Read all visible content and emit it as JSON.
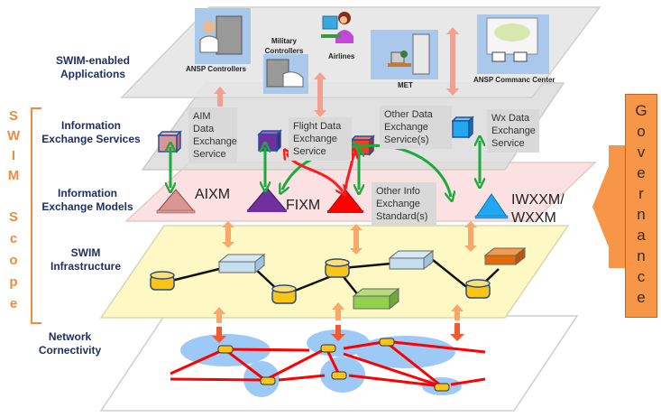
{
  "layers": {
    "applications": "SWIM-enabled Applications",
    "services": "Information Exchange Services",
    "models": "Information Exchange Models",
    "infrastructure": "SWIM Infrastructure",
    "network": "Network Cornectivity"
  },
  "scope_letters": [
    "S",
    "W",
    "I",
    "M",
    "S",
    "c",
    "o",
    "p",
    "e"
  ],
  "applications": [
    {
      "label": "ANSP Controllers"
    },
    {
      "label": "Military Controllers"
    },
    {
      "label": "Airlines"
    },
    {
      "label": "MET"
    },
    {
      "label": "ANSP Commanc Center"
    }
  ],
  "services": [
    {
      "label": "AIM Data Exchange Service"
    },
    {
      "label": "Flight Data Exchange Service"
    },
    {
      "label": "Other Data Exchange Service(s)"
    },
    {
      "label": "Wx Data Exchange Service"
    }
  ],
  "models": [
    {
      "label": "AIXM",
      "color": "#d99694"
    },
    {
      "label": "FIXM",
      "color": "#7030a0"
    },
    {
      "label": "Other Info Exchange Standard(s)",
      "color": "#ff0000"
    },
    {
      "label": "IWXXM/ WXXM",
      "color": "#00b0f0"
    }
  ],
  "governance_letters": [
    "G",
    "o",
    "v",
    "e",
    "r",
    "n",
    "a",
    "n",
    "c",
    "e"
  ],
  "colors": {
    "scope_orange": "#f08a3c",
    "governance": "#f79646",
    "label_navy": "#1f2f63",
    "connector_green": "#1aab3c",
    "connector_red": "#ff1a1a",
    "network_link": "#ff0000",
    "plane_apps": "#e6e6e6",
    "plane_services": "#dcdcdc",
    "plane_models": "#fbe1e1",
    "plane_infra": "#fdf8c4",
    "plane_network": "#ffffff",
    "map_blue": "#9cc9f5",
    "node_yellow": "#fcc419"
  }
}
